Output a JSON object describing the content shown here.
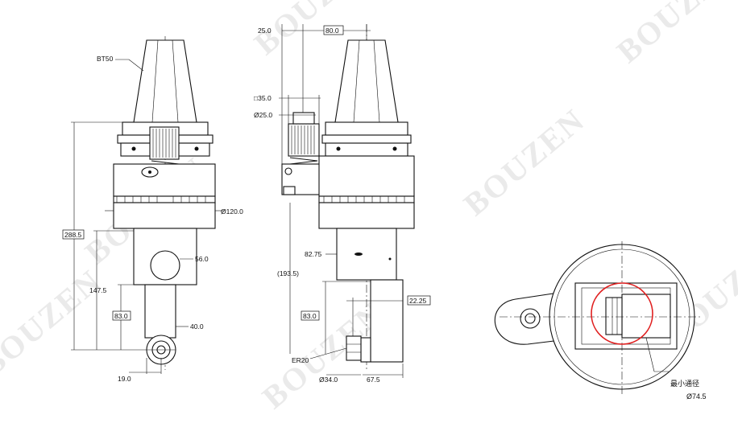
{
  "watermark": "BOUZEN",
  "labels": {
    "taper": "BT50",
    "height_total": "288.5",
    "diameter_body": "Ø120.0",
    "width_56": "56.0",
    "height_147": "147.5",
    "height_83_left": "83.0",
    "width_40": "40.0",
    "offset_19": "19.0",
    "dim_25": "25.0",
    "dim_80": "80.0",
    "square_35": "□35.0",
    "dia_25": "Ø25.0",
    "dim_8275": "82.75",
    "dim_1935": "(193.5)",
    "dim_2225": "22.25",
    "height_83_mid": "83.0",
    "collet": "ER20",
    "dia_34": "Ø34.0",
    "dim_675": "67.5",
    "min_pass_label": "最小通径",
    "min_pass_value": "Ø74.5"
  },
  "colors": {
    "line": "#111111",
    "highlight_circle": "#e02020",
    "watermark": "#d9d9d9"
  }
}
